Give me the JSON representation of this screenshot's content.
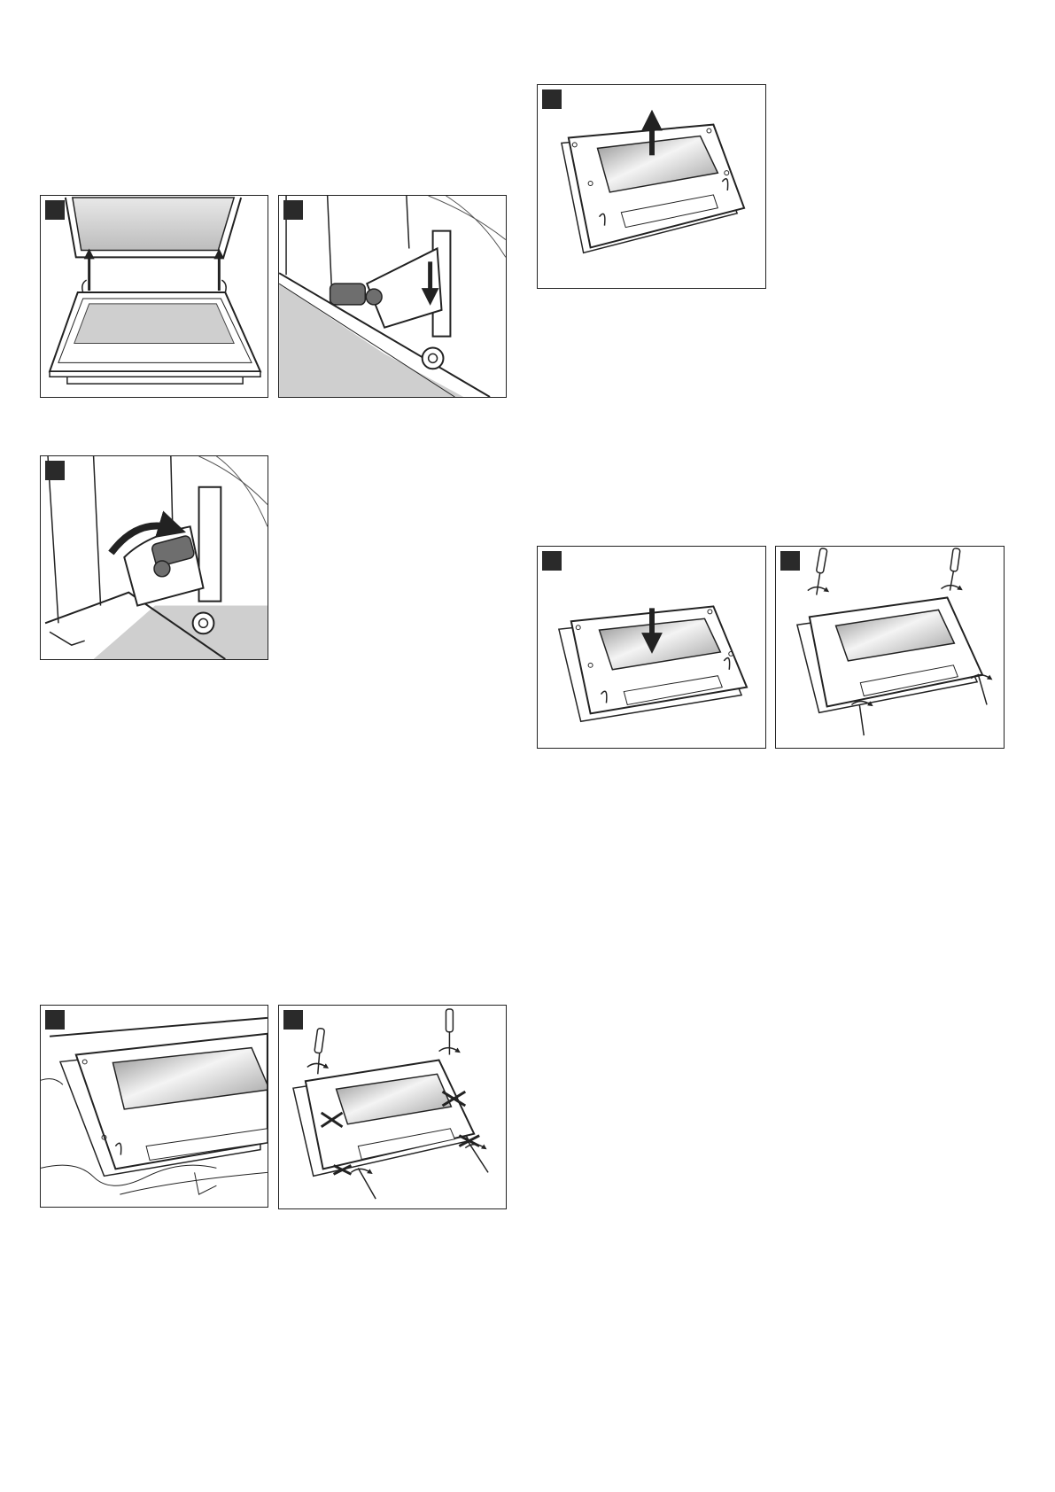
{
  "figures": [
    {
      "id": "oven-door-lift-off-figure",
      "badge": ""
    },
    {
      "id": "hinge-lock-down-figure",
      "badge": ""
    },
    {
      "id": "hinge-lever-flip-figure",
      "badge": ""
    },
    {
      "id": "glass-panel-lift-figure",
      "badge": ""
    },
    {
      "id": "glass-panel-insert-figure",
      "badge": ""
    },
    {
      "id": "screws-tighten-figure",
      "badge": ""
    },
    {
      "id": "door-on-cloth-figure",
      "badge": ""
    },
    {
      "id": "screws-remove-figure",
      "badge": ""
    }
  ],
  "colors": {
    "outline": "#222222",
    "panel_fill": "#cfcfcf",
    "metal_dark": "#6e6e6e",
    "badge": "#2a2a2a"
  }
}
